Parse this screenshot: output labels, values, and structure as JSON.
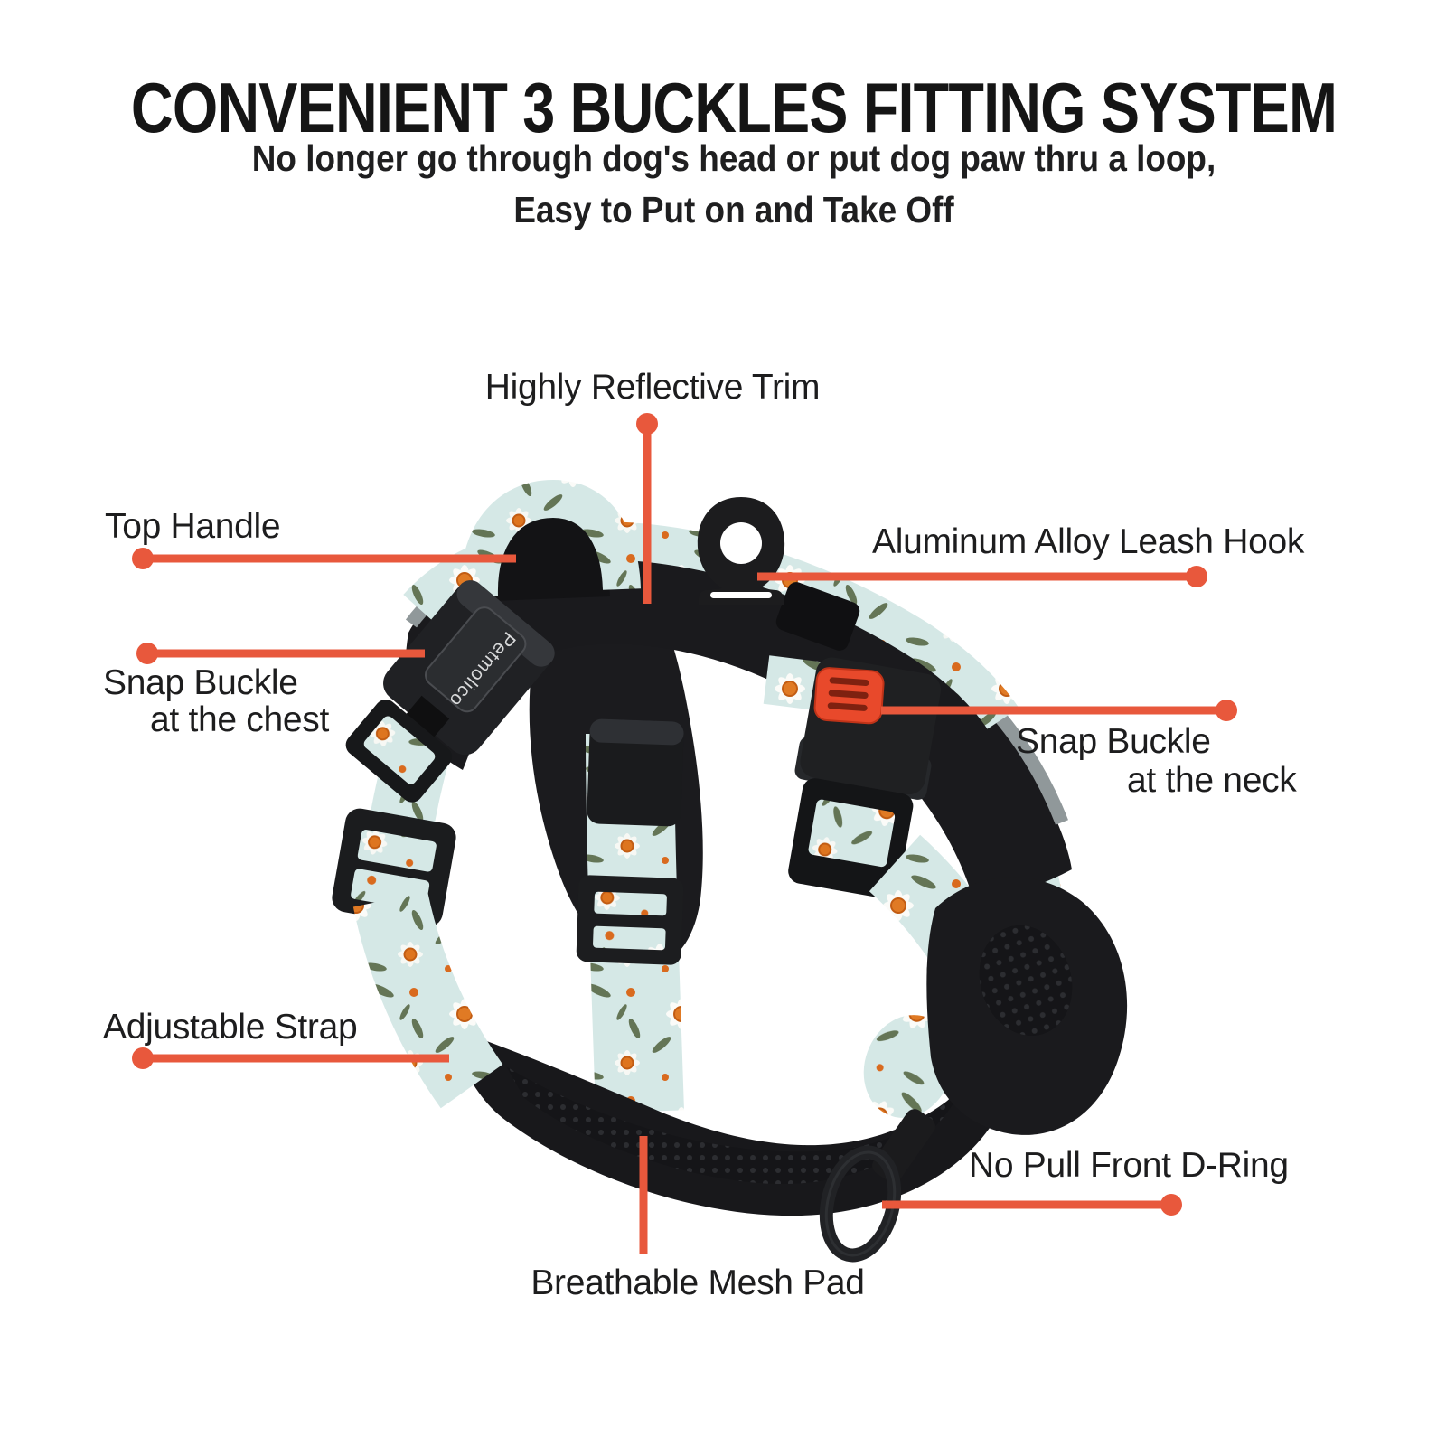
{
  "header": {
    "title": "CONVENIENT 3 BUCKLES FITTING SYSTEM",
    "subtitle_line1": "No longer go through dog's head or put dog paw thru a loop,",
    "subtitle_line2": "Easy to Put on and Take Off"
  },
  "product": {
    "brand_on_buckle": "Petmolico"
  },
  "colors": {
    "callout_line": "#E8583C",
    "buckle_button": "#E8492B",
    "strap_fabric": "#D5E8E6",
    "pad_black": "#1A1A1D",
    "reflective_trim": "#90989A",
    "label_text": "#1D1D1E"
  },
  "callouts": {
    "highly_reflective_trim": "Highly Reflective Trim",
    "top_handle": "Top Handle",
    "aluminum_alloy_leash_hook": "Aluminum Alloy Leash Hook",
    "snap_buckle_chest_line1": "Snap Buckle",
    "snap_buckle_chest_line2": "at the chest",
    "snap_buckle_neck_line1": "Snap Buckle",
    "snap_buckle_neck_line2": "at the neck",
    "adjustable_strap": "Adjustable Strap",
    "no_pull_front_d_ring": "No Pull Front D-Ring",
    "breathable_mesh_pad": "Breathable Mesh Pad"
  }
}
